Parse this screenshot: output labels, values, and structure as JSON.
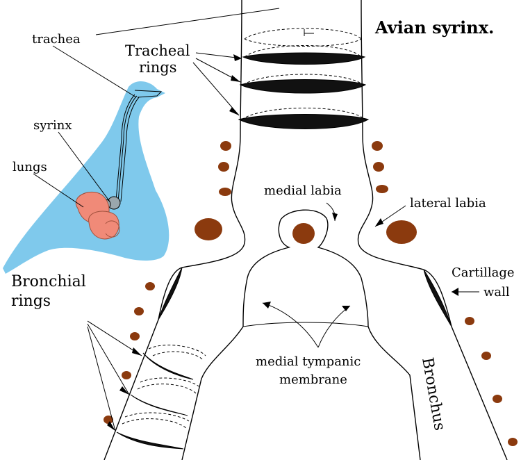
{
  "title": "Avian syrinx.",
  "labels": {
    "trachea": "trachea",
    "syrinx": "syrinx",
    "lungs": "lungs",
    "tracheal_rings_line1": "Tracheal",
    "tracheal_rings_line2": "rings",
    "medial_labia": "medial labia",
    "lateral_labia": "lateral labia",
    "cartilage_wall_line1": "Cartillage",
    "cartilage_wall_line2": "wall",
    "bronchial_rings_line1": "Bronchial",
    "bronchial_rings_line2": "rings",
    "medial_tympanic_line1": "medial tympanic",
    "medial_tympanic_line2": "membrane",
    "bronchus": "Bronchus"
  },
  "colors": {
    "bird_body": "#7fc9ec",
    "lungs": "#f08a78",
    "tissue_spots": "#8b3a0e",
    "rings": "#111111"
  }
}
